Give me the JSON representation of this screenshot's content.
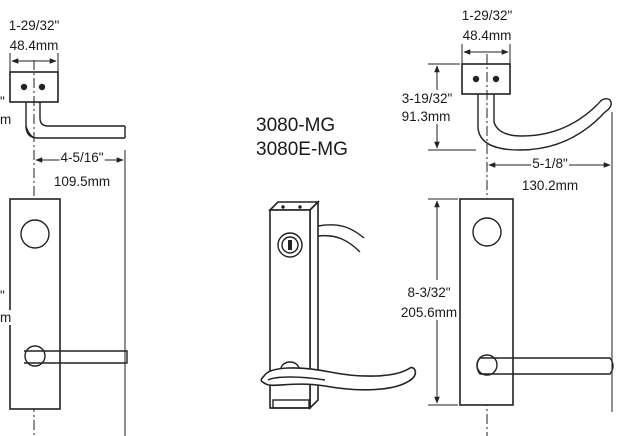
{
  "model": {
    "line1": "3080-MG",
    "line2": "3080E-MG"
  },
  "left_view": {
    "top_width_in": "1-29/32\"",
    "top_width_mm": "48.4mm",
    "height_in_partial": "\"",
    "height_mm_partial": "m",
    "projection_in": "4-5/16\"",
    "projection_mm": "109.5mm",
    "plate_in_partial": "\"",
    "plate_mm_partial": "m"
  },
  "right_view": {
    "top_width_in": "1-29/32\"",
    "top_width_mm": "48.4mm",
    "height_in": "3-19/32\"",
    "height_mm": "91.3mm",
    "projection_in": "5-1/8\"",
    "projection_mm": "130.2mm",
    "plate_in": "8-3/32\"",
    "plate_mm": "205.6mm"
  },
  "colors": {
    "line": "#222222",
    "text": "#1a1a1a"
  }
}
